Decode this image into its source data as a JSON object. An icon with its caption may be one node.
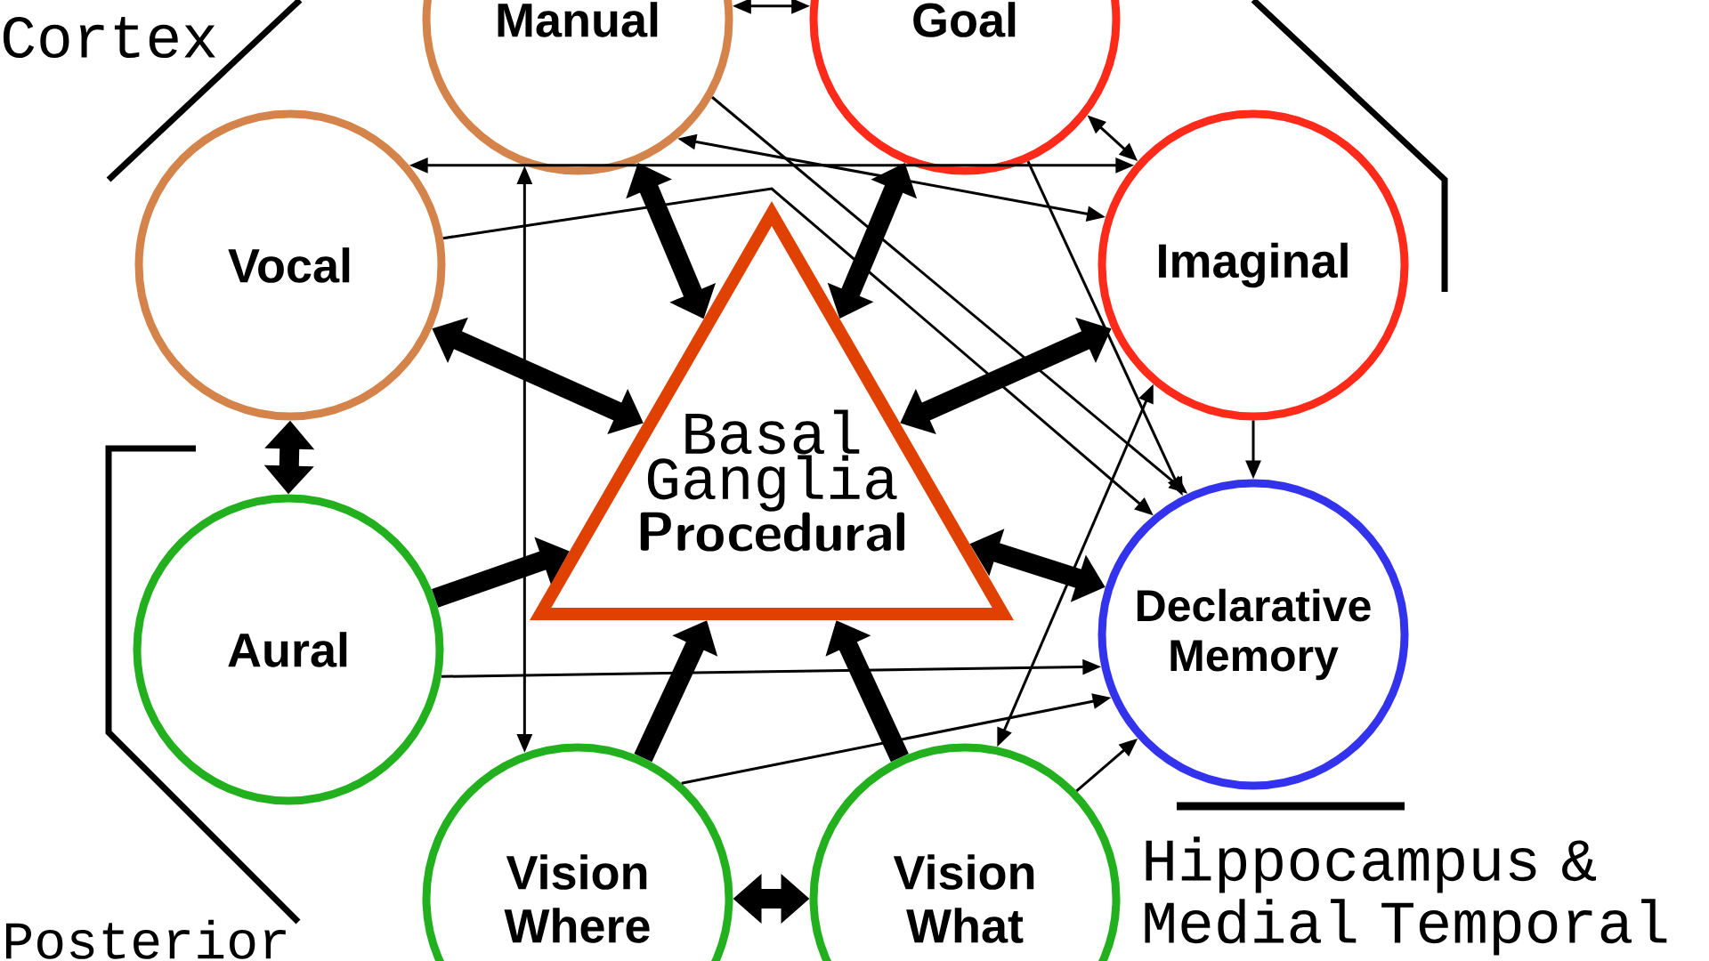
{
  "diagram": {
    "nodes": [
      {
        "text": [
          "Manual"
        ]
      },
      {
        "text": [
          "Goal"
        ]
      },
      {
        "text": [
          "Vocal"
        ]
      },
      {
        "text": [
          "Basal Ganglia",
          "Procedural"
        ]
      },
      {
        "text": [
          "Imaginal"
        ]
      },
      {
        "text": [
          "Aural"
        ]
      },
      {
        "text": [
          "Declarative Memory"
        ]
      },
      {
        "text": [
          "Vision Where"
        ]
      },
      {
        "text": [
          "Vision What"
        ]
      }
    ],
    "edges": [
      {
        "from": 0,
        "to": 3,
        "arrow": "both",
        "style": "thick"
      },
      {
        "from": 1,
        "to": 3,
        "arrow": "both",
        "style": "thick"
      },
      {
        "from": 2,
        "to": 3,
        "arrow": "both",
        "style": "thick"
      },
      {
        "from": 4,
        "to": 3,
        "arrow": "both",
        "style": "thick"
      },
      {
        "from": 5,
        "to": 3,
        "arrow": "to",
        "style": "thick"
      },
      {
        "from": 7,
        "to": 3,
        "arrow": "to",
        "style": "thick"
      },
      {
        "from": 8,
        "to": 3,
        "arrow": "to",
        "style": "thick"
      },
      {
        "from": 6,
        "to": 3,
        "arrow": "both",
        "style": "thick"
      },
      {
        "from": 2,
        "to": 5,
        "arrow": "both",
        "style": "thick"
      },
      {
        "from": 7,
        "to": 8,
        "arrow": "both",
        "style": "thick"
      },
      {
        "from": 0,
        "to": 1,
        "arrow": "both"
      },
      {
        "from": 1,
        "to": 4,
        "arrow": "both"
      },
      {
        "from": 4,
        "to": 2,
        "arrow": "both"
      },
      {
        "from": 4,
        "to": 6,
        "arrow": "to"
      },
      {
        "from": 7,
        "to": 0,
        "arrow": "both"
      },
      {
        "from": 0,
        "to": 4,
        "arrow": "both"
      },
      {
        "from": 0,
        "to": 6,
        "arrow": "to"
      },
      {
        "from": 1,
        "to": 6,
        "arrow": "to"
      },
      {
        "from": 2,
        "to": 6,
        "arrow": "to"
      },
      {
        "from": 5,
        "to": 6,
        "arrow": "to"
      },
      {
        "from": 7,
        "to": 6,
        "arrow": "to"
      },
      {
        "from": 8,
        "to": 6,
        "arrow": "to"
      },
      {
        "from": 4,
        "to": 8,
        "arrow": "both"
      }
    ],
    "labels": [
      "Cortex",
      "Hippocampus & Medial Temporal",
      "Posterior"
    ]
  }
}
